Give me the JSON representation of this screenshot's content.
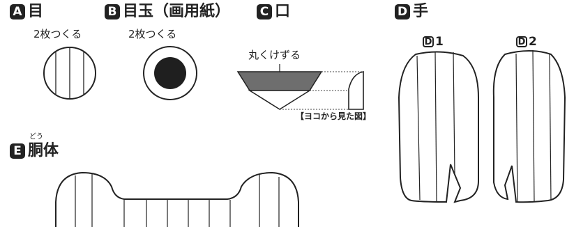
{
  "parts": {
    "a": {
      "letter": "A",
      "title": "目",
      "count": "2枚つくる"
    },
    "b": {
      "letter": "B",
      "title": "目玉（画用紙）",
      "count": "2枚つくる"
    },
    "c": {
      "letter": "C",
      "title": "口",
      "note": "丸くけずる",
      "side_view": "【ヨコから見た図】"
    },
    "d": {
      "letter": "D",
      "title": "手",
      "sub1_letter": "D",
      "sub1_num": "1",
      "sub2_letter": "D",
      "sub2_num": "2"
    },
    "e": {
      "letter": "E",
      "title": "胴体",
      "ruby": "どう"
    }
  },
  "colors": {
    "ink": "#222222",
    "fill_dark": "#1f1f1f",
    "fill_shade": "#6e6e6e"
  }
}
